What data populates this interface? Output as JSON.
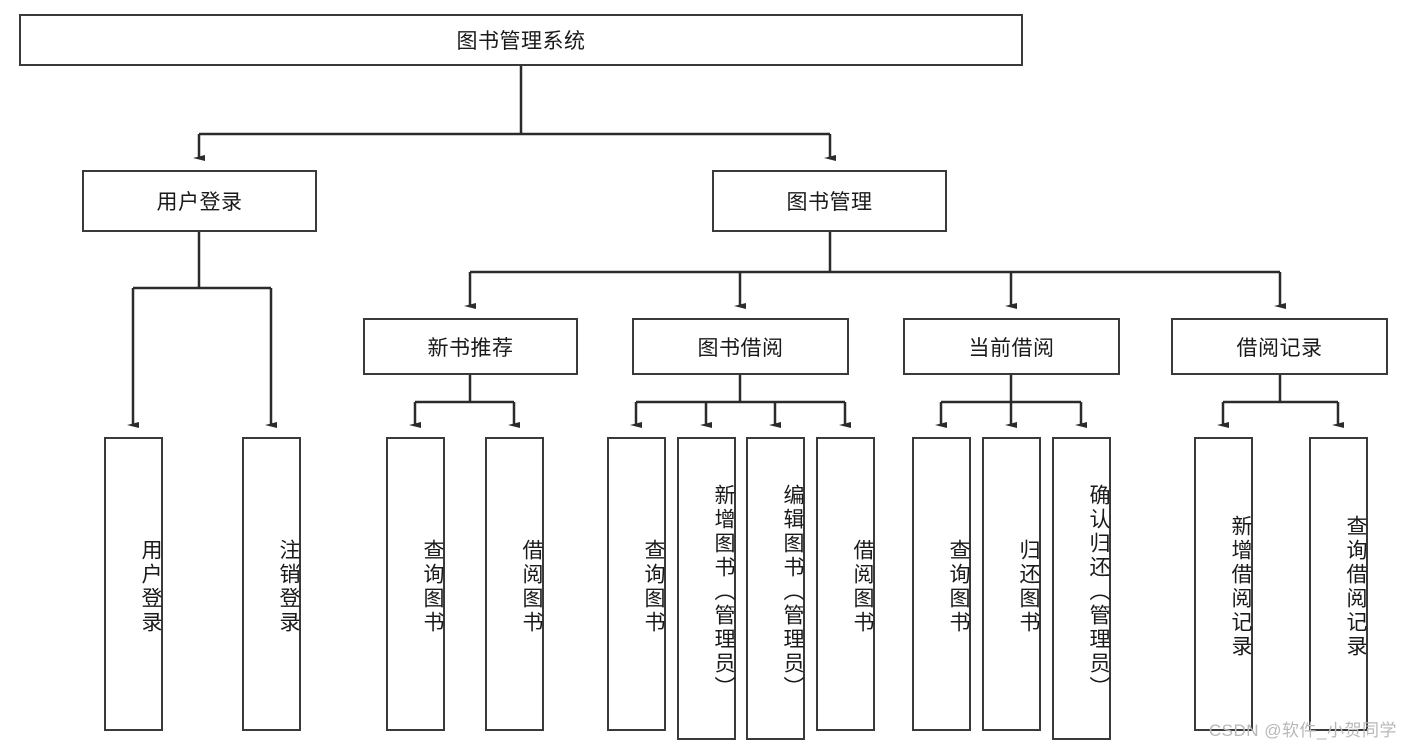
{
  "diagram": {
    "title": "图书管理系统",
    "type": "hierarchy-tree",
    "root": {
      "label": "图书管理系统"
    },
    "level2": [
      {
        "label": "用户登录"
      },
      {
        "label": "图书管理"
      }
    ],
    "level3": [
      {
        "label": "新书推荐"
      },
      {
        "label": "图书借阅"
      },
      {
        "label": "当前借阅"
      },
      {
        "label": "借阅记录"
      }
    ],
    "leaves": {
      "user_login": [
        {
          "label": "用户登录"
        },
        {
          "label": "注销登录"
        }
      ],
      "new_book_recommend": [
        {
          "label": "查询图书"
        },
        {
          "label": "借阅图书"
        }
      ],
      "book_borrow": [
        {
          "label": "查询图书"
        },
        {
          "label": "新增图书（管理员）"
        },
        {
          "label": "编辑图书（管理员）"
        },
        {
          "label": "借阅图书"
        }
      ],
      "current_borrow": [
        {
          "label": "查询图书"
        },
        {
          "label": "归还图书"
        },
        {
          "label": "确认归还（管理员）"
        }
      ],
      "borrow_record": [
        {
          "label": "新增借阅记录"
        },
        {
          "label": "查询借阅记录"
        }
      ]
    }
  },
  "watermark": {
    "text": "CSDN @软件_小贺同学"
  },
  "colors": {
    "border": "#3a3a3a",
    "text": "#1a1a1a",
    "background": "#ffffff",
    "watermark": "#b8b8b8"
  }
}
